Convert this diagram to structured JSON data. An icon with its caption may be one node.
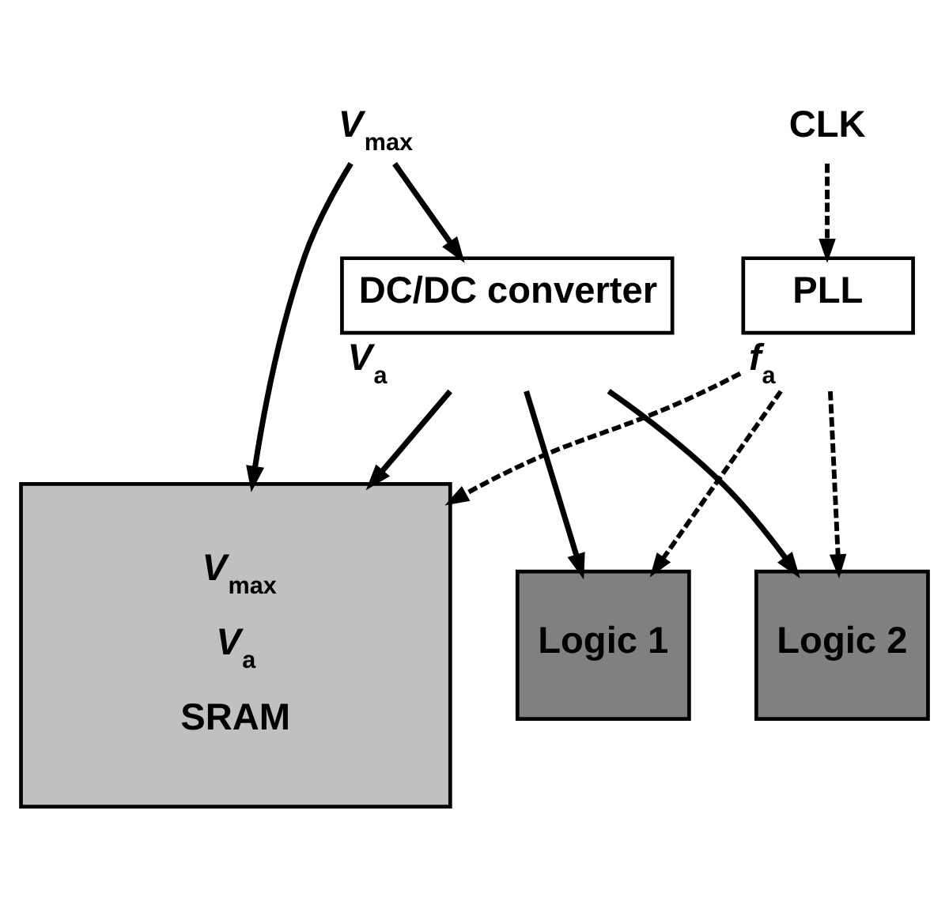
{
  "diagram": {
    "nodes": [
      {
        "text": [
          "*V*$_{max}$"
        ]
      },
      {
        "text": [
          "CLK"
        ]
      },
      {
        "text": [
          "DC/DC converter"
        ],
        "beside": [
          "*V*$_{a}$"
        ]
      },
      {
        "text": [
          "PLL"
        ],
        "beside": [
          "*f*$_{a}$"
        ]
      },
      {
        "text": [
          "*V*$_{max}$",
          "*V*$_{a}$",
          "SRAM"
        ]
      },
      {
        "text": [
          "Logic 1"
        ]
      },
      {
        "text": [
          "Logic 2"
        ]
      }
    ],
    "edges": [
      {
        "from": 0,
        "to": 2,
        "arrow": "to"
      },
      {
        "from": 0,
        "to": 4,
        "arrow": "to"
      },
      {
        "from": 1,
        "to": 3,
        "arrow": "to",
        "style": "dashed"
      },
      {
        "from": 2,
        "to": 4,
        "arrow": "to"
      },
      {
        "from": 2,
        "to": 5,
        "arrow": "to"
      },
      {
        "from": 2,
        "to": 6,
        "arrow": "to"
      },
      {
        "from": 3,
        "to": 4,
        "arrow": "to",
        "style": "dashed"
      },
      {
        "from": 3,
        "to": 5,
        "arrow": "to",
        "style": "dashed"
      },
      {
        "from": 3,
        "to": 6,
        "arrow": "to",
        "style": "dashed"
      }
    ]
  }
}
